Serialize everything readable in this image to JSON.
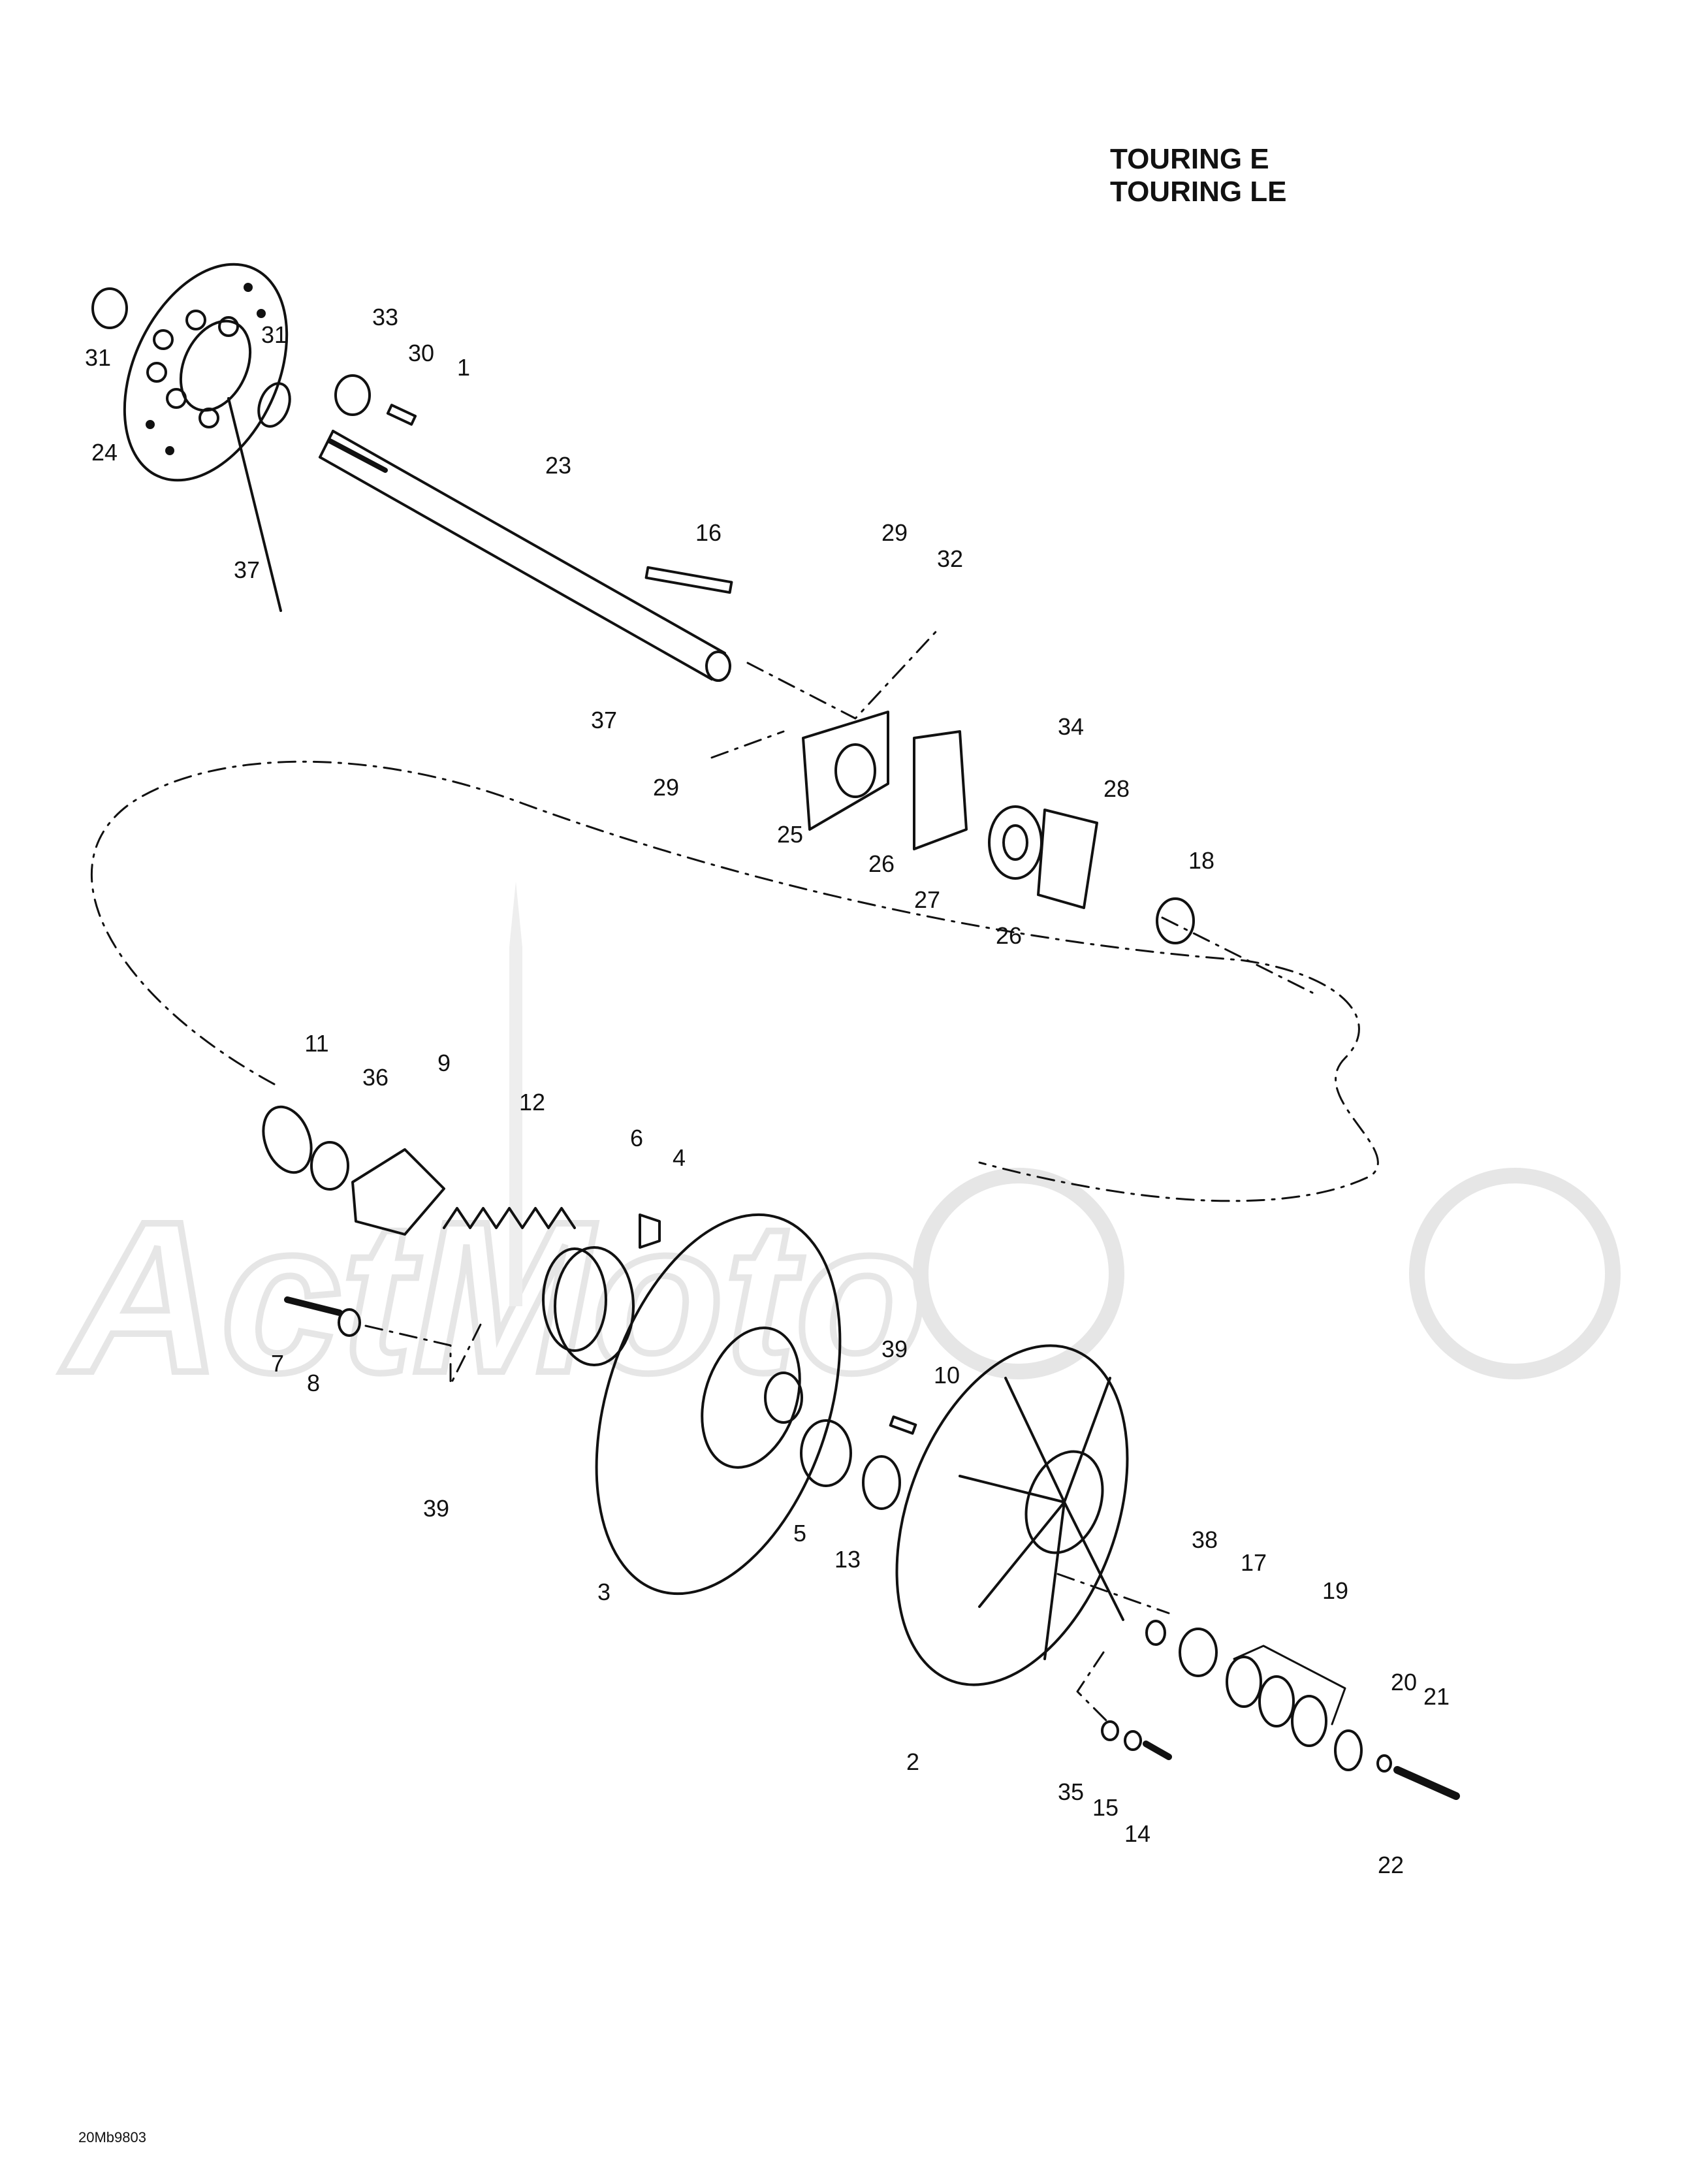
{
  "header": {
    "model_line_1": "TOURING E",
    "model_line_2": "TOURING LE"
  },
  "footer": {
    "drawing_code": "20Mb9803"
  },
  "colors": {
    "line": "#111111",
    "watermark": "#e6e6e6"
  },
  "watermark": {
    "text": "ActMoto"
  },
  "callouts": [
    {
      "n": "31"
    },
    {
      "n": "31"
    },
    {
      "n": "24"
    },
    {
      "n": "33"
    },
    {
      "n": "30"
    },
    {
      "n": "1"
    },
    {
      "n": "23"
    },
    {
      "n": "37"
    },
    {
      "n": "16"
    },
    {
      "n": "29"
    },
    {
      "n": "32"
    },
    {
      "n": "37"
    },
    {
      "n": "34"
    },
    {
      "n": "29"
    },
    {
      "n": "28"
    },
    {
      "n": "25"
    },
    {
      "n": "26"
    },
    {
      "n": "27"
    },
    {
      "n": "18"
    },
    {
      "n": "26"
    },
    {
      "n": "11"
    },
    {
      "n": "36"
    },
    {
      "n": "9"
    },
    {
      "n": "12"
    },
    {
      "n": "6"
    },
    {
      "n": "4"
    },
    {
      "n": "7"
    },
    {
      "n": "8"
    },
    {
      "n": "39"
    },
    {
      "n": "10"
    },
    {
      "n": "39"
    },
    {
      "n": "5"
    },
    {
      "n": "13"
    },
    {
      "n": "3"
    },
    {
      "n": "38"
    },
    {
      "n": "17"
    },
    {
      "n": "19"
    },
    {
      "n": "20"
    },
    {
      "n": "21"
    },
    {
      "n": "2"
    },
    {
      "n": "35"
    },
    {
      "n": "15"
    },
    {
      "n": "14"
    },
    {
      "n": "22"
    }
  ]
}
